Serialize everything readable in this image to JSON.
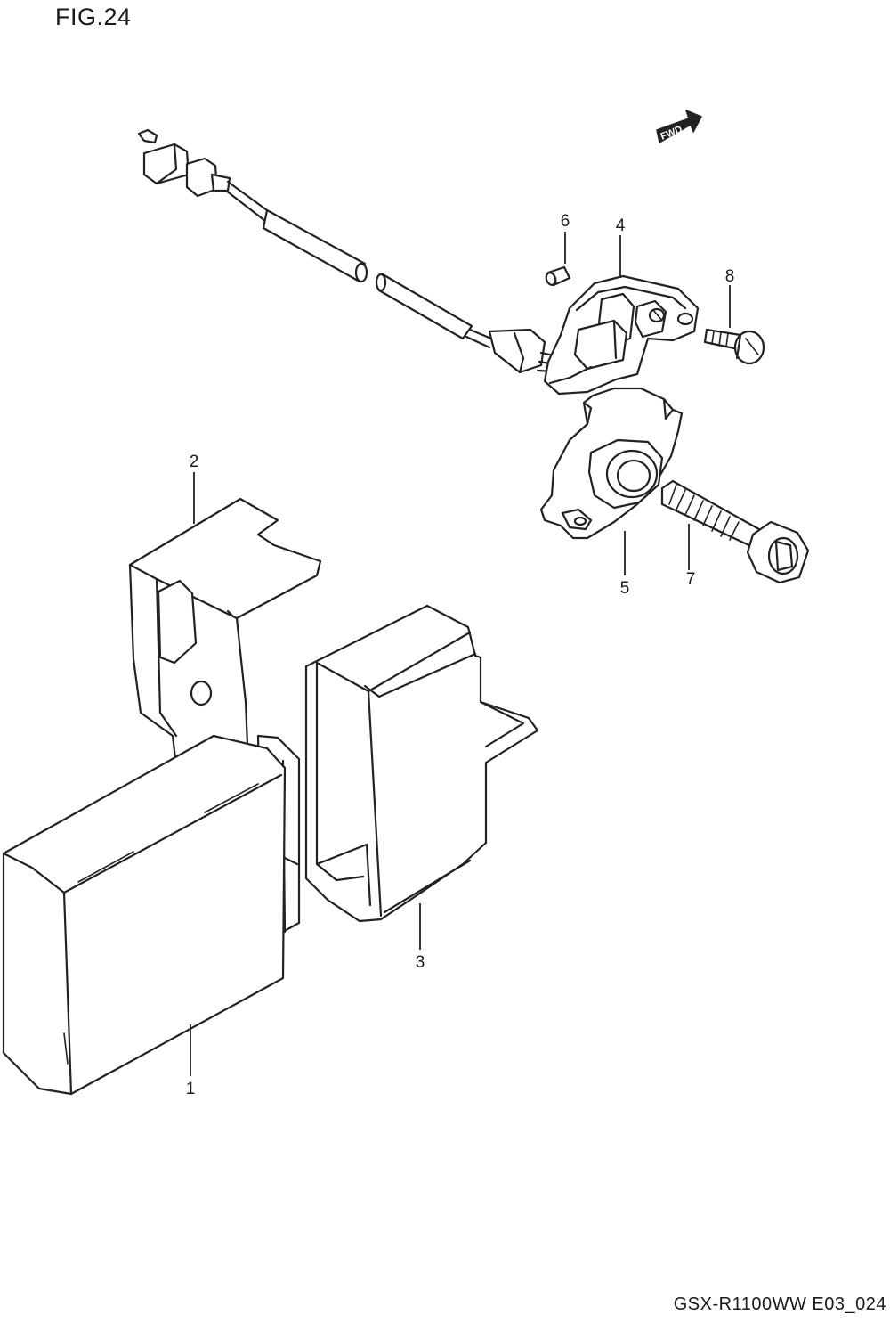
{
  "figure": {
    "title": "FIG.24"
  },
  "footer": {
    "code": "GSX-R1100WW  E03_024"
  },
  "direction_marker": {
    "label": "FWD"
  },
  "callouts": [
    {
      "id": "1",
      "label": "1"
    },
    {
      "id": "2",
      "label": "2"
    },
    {
      "id": "3",
      "label": "3"
    },
    {
      "id": "4",
      "label": "4"
    },
    {
      "id": "5",
      "label": "5"
    },
    {
      "id": "6",
      "label": "6"
    },
    {
      "id": "7",
      "label": "7"
    },
    {
      "id": "8",
      "label": "8"
    }
  ]
}
